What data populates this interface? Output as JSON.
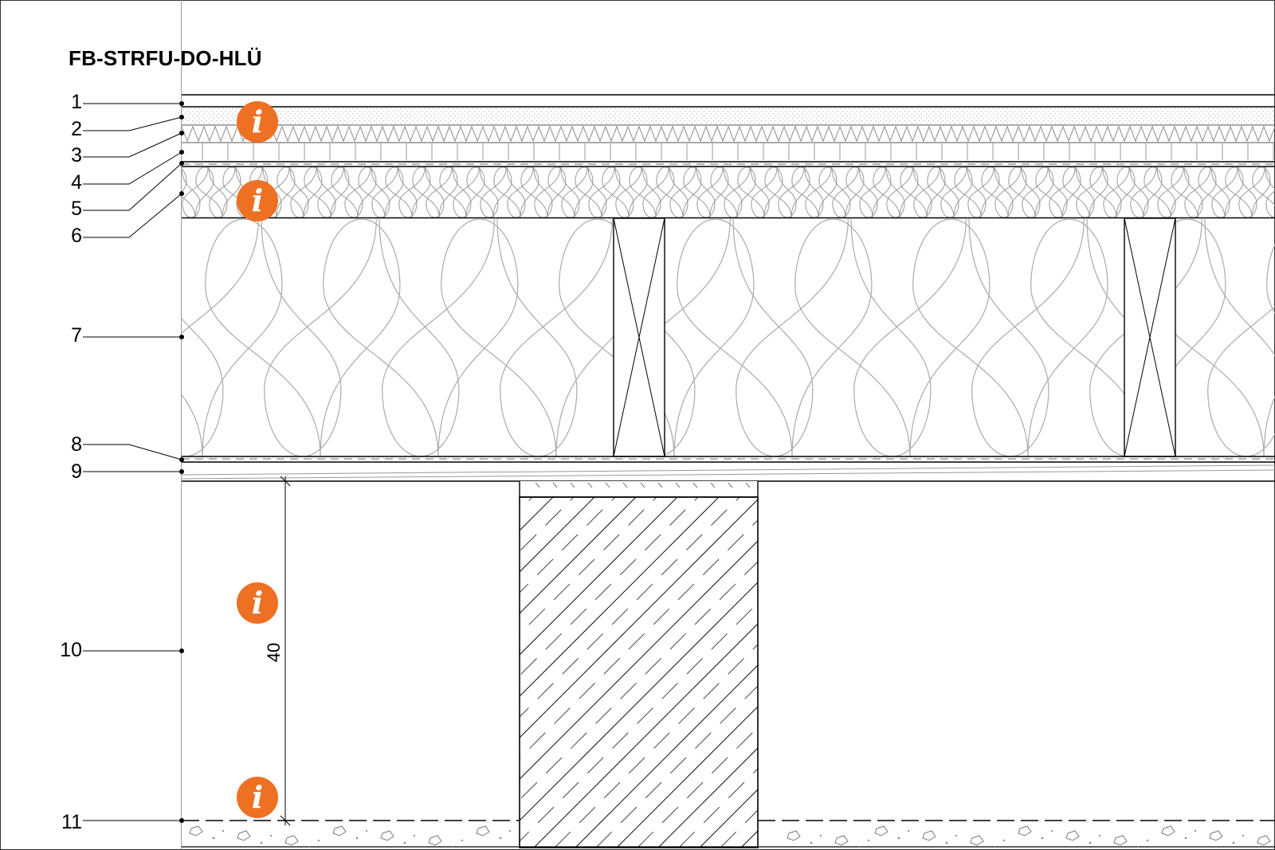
{
  "drawing": {
    "title": "FB-STRFU-DO-HLÜ",
    "layers": [
      {
        "number": "1"
      },
      {
        "number": "2"
      },
      {
        "number": "3"
      },
      {
        "number": "4"
      },
      {
        "number": "5"
      },
      {
        "number": "6"
      },
      {
        "number": "7"
      },
      {
        "number": "8"
      },
      {
        "number": "9"
      },
      {
        "number": "10"
      },
      {
        "number": "11"
      }
    ],
    "info_buttons": [
      {
        "symbol": "i"
      },
      {
        "symbol": "i"
      },
      {
        "symbol": "i"
      },
      {
        "symbol": "i"
      }
    ],
    "dimension": {
      "value": "40"
    }
  },
  "colors": {
    "accent": "#ee7023",
    "line": "#000000",
    "hatch": "#999999"
  },
  "icons": {
    "info": "info-icon"
  }
}
